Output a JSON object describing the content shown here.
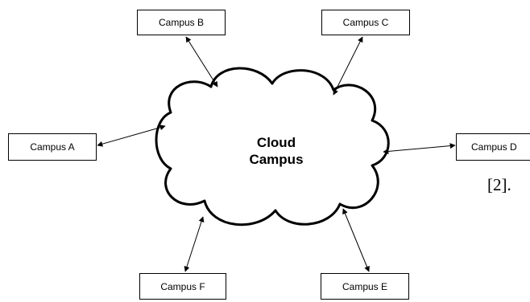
{
  "diagram": {
    "cloud": {
      "label_line1": "Cloud",
      "label_line2": "Campus"
    },
    "nodes": {
      "a": "Campus A",
      "b": "Campus B",
      "c": "Campus C",
      "d": "Campus D",
      "e": "Campus E",
      "f": "Campus F"
    },
    "citation": "[2].",
    "colors": {
      "stroke": "#000000",
      "background": "#ffffff"
    }
  }
}
